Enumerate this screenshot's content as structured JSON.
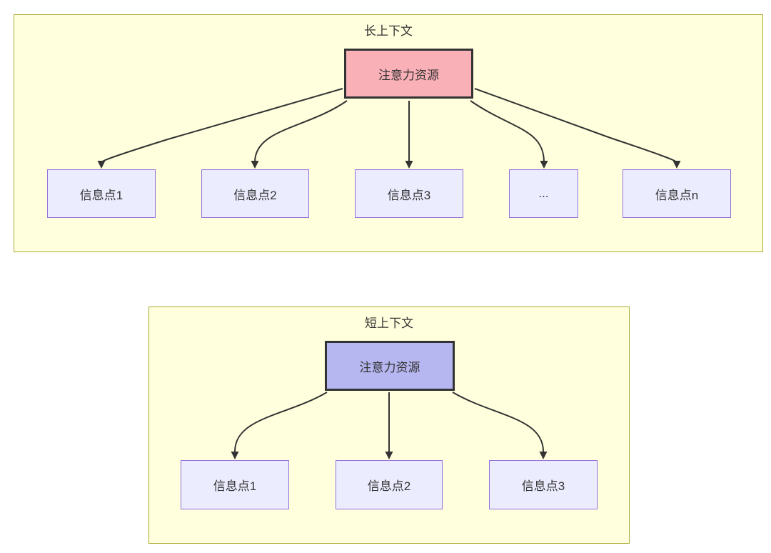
{
  "long_context": {
    "title": "长上下文",
    "attention_node": "注意力资源",
    "info_nodes": [
      "信息点1",
      "信息点2",
      "信息点3",
      "...",
      "信息点n"
    ]
  },
  "short_context": {
    "title": "短上下文",
    "attention_node": "注意力资源",
    "info_nodes": [
      "信息点1",
      "信息点2",
      "信息点3"
    ]
  },
  "colors": {
    "cluster_fill": "#ffffde",
    "cluster_border": "#aaaa33",
    "info_node_fill": "#ececff",
    "info_node_border": "#9370db",
    "attention_long_fill": "#f9b0b7",
    "attention_short_fill": "#b6b6f0",
    "attention_border": "#333333",
    "edge_color": "#333333",
    "text_color": "#333333"
  }
}
